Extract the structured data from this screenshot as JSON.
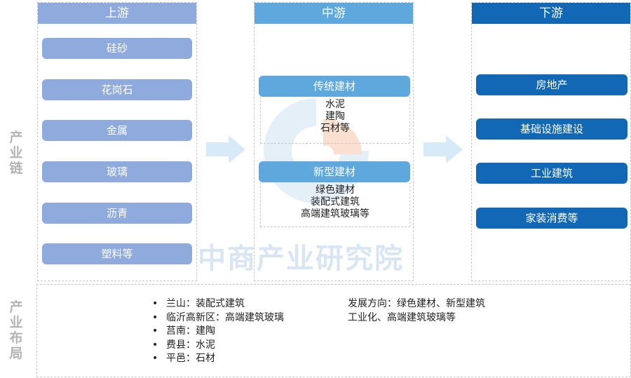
{
  "side_labels": {
    "chain": "产业链",
    "layout": "产业布局"
  },
  "upstream": {
    "title": "上游",
    "items": [
      "硅砂",
      "花岗石",
      "金属",
      "玻璃",
      "沥青",
      "塑料等"
    ]
  },
  "midstream": {
    "title": "中游",
    "groups": [
      {
        "label": "传统建材",
        "items": [
          "水泥",
          "建陶",
          "石材等"
        ]
      },
      {
        "label": "新型建材",
        "items": [
          "绿色建材",
          "装配式建筑",
          "高端建筑玻璃等"
        ]
      }
    ]
  },
  "downstream": {
    "title": "下游",
    "items": [
      "房地产",
      "基础设施建设",
      "工业建筑",
      "家装消费等"
    ]
  },
  "layout": {
    "regions": [
      "兰山：装配式建筑",
      "临沂高新区：高端建筑玻璃",
      "莒南：建陶",
      "费县：水泥",
      "平邑：石材"
    ],
    "direction_lines": [
      "发展方向：绿色建材、新型建筑",
      "工业化、高端建筑玻璃等"
    ]
  },
  "watermark": "中商产业研究院",
  "colors": {
    "upstream": "#8faadc",
    "midstream": "#5fa8de",
    "downstream": "#1268b5",
    "arrow": "#d6eaf8"
  }
}
